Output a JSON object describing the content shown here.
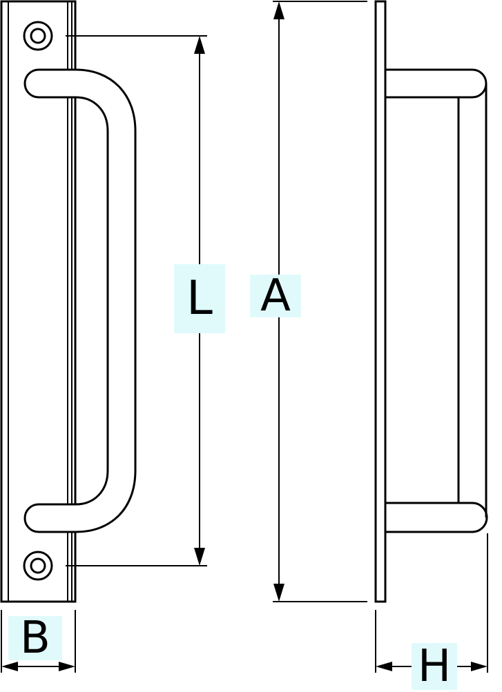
{
  "labels": {
    "L": "L",
    "A": "A",
    "B": "B",
    "H": "H"
  },
  "colors": {
    "line": "#000000",
    "label_highlight": "#e0fafb",
    "background": "#ffffff"
  }
}
